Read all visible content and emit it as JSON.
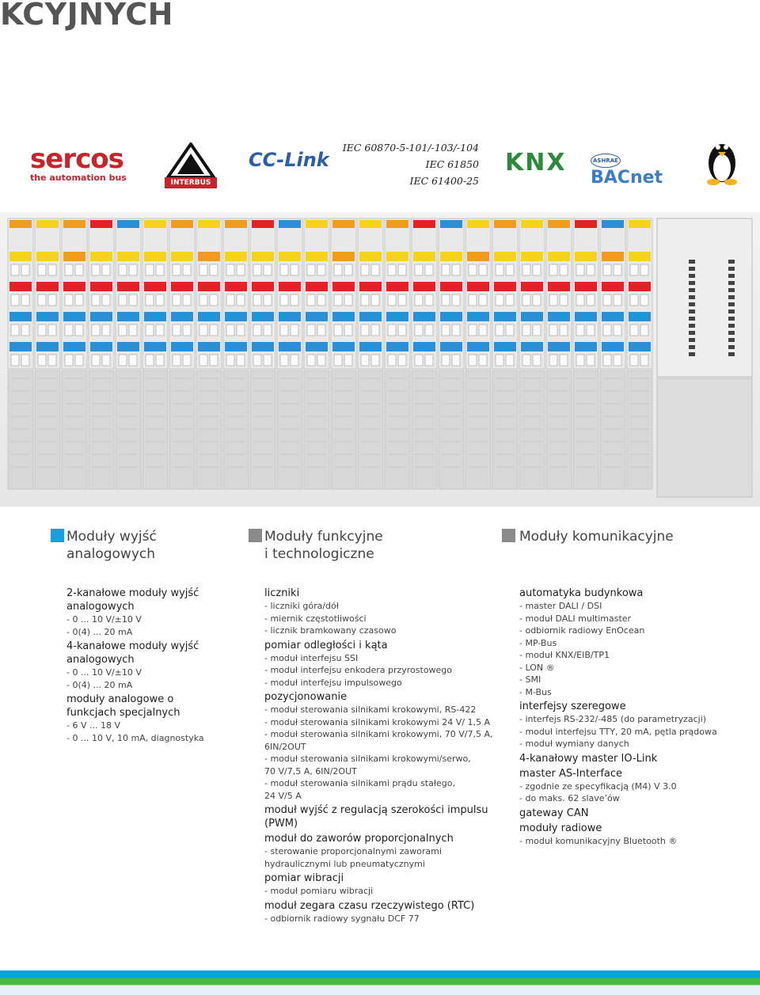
{
  "header": {
    "title": "KCYJNYCH"
  },
  "standards": [
    "IEC 60870-5-101/-103/-104",
    "IEC 61850",
    "IEC 61400-25"
  ],
  "logos": {
    "sercos": {
      "name": "sercos",
      "tagline": "the automation bus"
    },
    "interbus": {
      "name": "INTERBUS"
    },
    "cclink": {
      "name": "CC-Link"
    },
    "knx": {
      "name": "KNX"
    },
    "bacnet": {
      "name": "BACnet",
      "badge": "ASHRAE"
    },
    "linux": {
      "icon": "tux-penguin-icon"
    }
  },
  "colors": {
    "blue_square": "#1a9fd9",
    "grey_square": "#8a8a8a",
    "orange": "#f39a1e",
    "yellow": "#f5d21c",
    "red": "#e32227",
    "blue": "#2b8fd6"
  },
  "sections": [
    {
      "title_lines": [
        "Moduły wyjść",
        "analogowych"
      ],
      "color": "#1a9fd9"
    },
    {
      "title_lines": [
        "Moduły funkcyjne",
        "i technologiczne"
      ],
      "color": "#8a8a8a"
    },
    {
      "title_lines": [
        "Moduły komunikacyjne"
      ],
      "color": "#8a8a8a"
    }
  ],
  "col1": [
    {
      "t": "h",
      "text": "2-kanałowe moduły wyjść\nanalogowych"
    },
    {
      "t": "i",
      "text": "- 0 ... 10 V/±10 V"
    },
    {
      "t": "i",
      "text": "- 0(4) ... 20 mA"
    },
    {
      "t": "h",
      "text": "4-kanałowe moduły wyjść\nanalogowych"
    },
    {
      "t": "i",
      "text": "- 0 ... 10 V/±10 V"
    },
    {
      "t": "i",
      "text": "- 0(4) ... 20 mA"
    },
    {
      "t": "h",
      "text": "moduły analogowe o\nfunkcjach specjalnych"
    },
    {
      "t": "i",
      "text": "- 6 V ... 18 V"
    },
    {
      "t": "i",
      "text": "- 0 ... 10 V, 10 mA, diagnostyka"
    }
  ],
  "col2": [
    {
      "t": "h",
      "text": "liczniki"
    },
    {
      "t": "i",
      "text": "- liczniki góra/dół"
    },
    {
      "t": "i",
      "text": "- miernik częstotliwości"
    },
    {
      "t": "i",
      "text": "- licznik bramkowany czasowo"
    },
    {
      "t": "h",
      "text": "pomiar odległości i kąta"
    },
    {
      "t": "i",
      "text": "- moduł interfejsu SSI"
    },
    {
      "t": "i",
      "text": "- moduł interfejsu enkodera przyrostowego"
    },
    {
      "t": "i",
      "text": "- moduł interfejsu impulsowego"
    },
    {
      "t": "h",
      "text": "pozycjonowanie"
    },
    {
      "t": "i",
      "text": "- moduł sterowania silnikami krokowymi, RS-422"
    },
    {
      "t": "i",
      "text": "- moduł sterowania silnikami krokowymi 24 V/ 1,5 A"
    },
    {
      "t": "i",
      "text": "- moduł sterowania silnikami krokowymi, 70 V/7,5 A,\n   6IN/2OUT"
    },
    {
      "t": "i",
      "text": "- moduł sterowania silnikami krokowymi/serwo,\n   70 V/7,5 A, 6IN/2OUT"
    },
    {
      "t": "i",
      "text": "- moduł sterowania silnikami prądu stałego,\n   24 V/5 A"
    },
    {
      "t": "h",
      "text": "moduł wyjść z regulacją szerokości impulsu (PWM)"
    },
    {
      "t": "h",
      "text": "moduł do zaworów proporcjonalnych"
    },
    {
      "t": "i",
      "text": "- sterowanie proporcjonalnymi zaworami\n   hydraulicznymi lub pneumatycznymi"
    },
    {
      "t": "h",
      "text": "pomiar wibracji"
    },
    {
      "t": "i",
      "text": "- moduł pomiaru wibracji"
    },
    {
      "t": "h",
      "text": "moduł zegara czasu rzeczywistego (RTC)"
    },
    {
      "t": "i",
      "text": "- odbiornik radiowy sygnału DCF 77"
    }
  ],
  "col3": [
    {
      "t": "h",
      "text": "automatyka budynkowa"
    },
    {
      "t": "i",
      "text": "- master DALI / DSI"
    },
    {
      "t": "i",
      "text": "- moduł DALI multimaster"
    },
    {
      "t": "i",
      "text": "- odbiornik radiowy EnOcean"
    },
    {
      "t": "i",
      "text": "- MP-Bus"
    },
    {
      "t": "i",
      "text": "- moduł KNX/EIB/TP1"
    },
    {
      "t": "i",
      "text": "- LON ®"
    },
    {
      "t": "i",
      "text": "- SMI"
    },
    {
      "t": "i",
      "text": "- M-Bus"
    },
    {
      "t": "h",
      "text": "interfejsy szeregowe"
    },
    {
      "t": "i",
      "text": "- interfejs RS-232/-485 (do parametryzacji)"
    },
    {
      "t": "i",
      "text": "- moduł interfejsu TTY, 20 mA, pętla prądowa"
    },
    {
      "t": "i",
      "text": "- moduł wymiany danych"
    },
    {
      "t": "h",
      "text": "4-kanałowy master IO-Link"
    },
    {
      "t": "h",
      "text": "master AS-Interface"
    },
    {
      "t": "i",
      "text": "- zgodnie ze specyfikacją (M4) V 3.0"
    },
    {
      "t": "i",
      "text": "- do maks. 62 slave’ów"
    },
    {
      "t": "h",
      "text": "gateway CAN"
    },
    {
      "t": "h",
      "text": "moduły radiowe"
    },
    {
      "t": "i",
      "text": "- moduł komunikacyjny Bluetooth ®"
    }
  ]
}
